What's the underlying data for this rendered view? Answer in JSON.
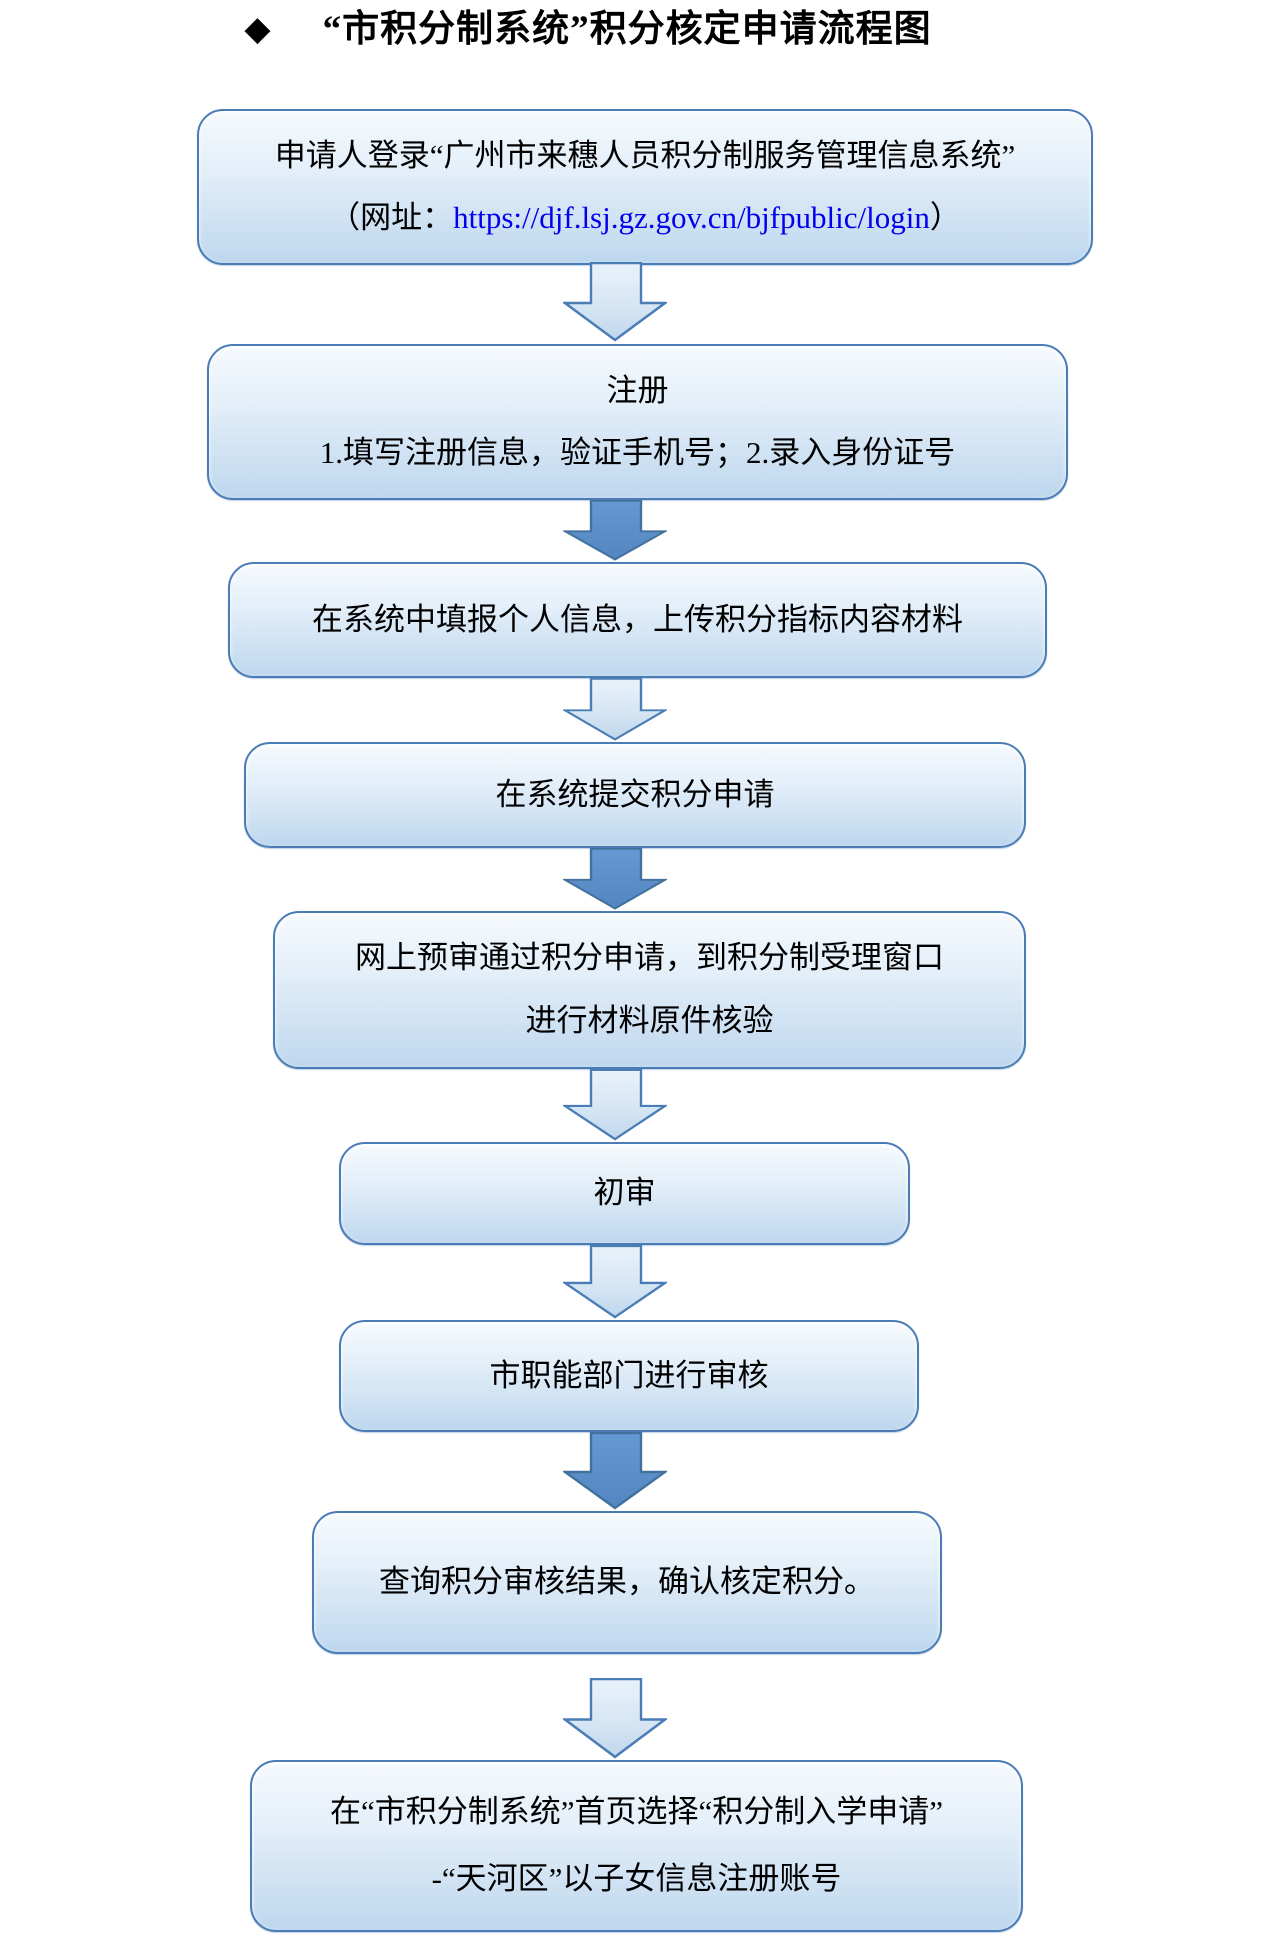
{
  "title": {
    "bullet": "◆",
    "text": "“市积分制系统”积分核定申请流程图"
  },
  "flow": {
    "steps": [
      {
        "lines": [
          "申请人登录“广州市来穗人员积分制服务管理信息系统”"
        ],
        "url_prefix": "（网址：",
        "url": "https://djf.lsj.gz.gov.cn/bjfpublic/login",
        "url_suffix": "）"
      },
      {
        "lines": [
          "注册",
          "1.填写注册信息，验证手机号；2.录入身份证号"
        ]
      },
      {
        "lines": [
          "在系统中填报个人信息，上传积分指标内容材料"
        ]
      },
      {
        "lines": [
          "在系统提交积分申请"
        ]
      },
      {
        "lines": [
          "网上预审通过积分申请，到积分制受理窗口",
          "进行材料原件核验"
        ]
      },
      {
        "lines": [
          "初审"
        ]
      },
      {
        "lines": [
          "市职能部门进行审核"
        ]
      },
      {
        "lines": [
          "查询积分审核结果，确认核定积分。"
        ]
      },
      {
        "lines": [
          "在“市积分制系统”首页选择“积分制入学申请”",
          "-“天河区”以子女信息注册账号"
        ]
      }
    ],
    "arrow_styles": [
      "hollow",
      "solid",
      "hollow",
      "solid",
      "hollow",
      "hollow",
      "solid",
      "hollow"
    ]
  },
  "colors": {
    "box_border": "#4a7cb5",
    "box_fill_top": "#f6fafd",
    "box_fill_bottom": "#bed7ee",
    "hollow_arrow_fill_top": "#e7f0fa",
    "hollow_arrow_fill_bottom": "#bfd7ed",
    "solid_arrow_fill": "#5b8ec8",
    "arrow_border": "#41719c",
    "link_blue": "#0000ee",
    "text": "#000000"
  }
}
